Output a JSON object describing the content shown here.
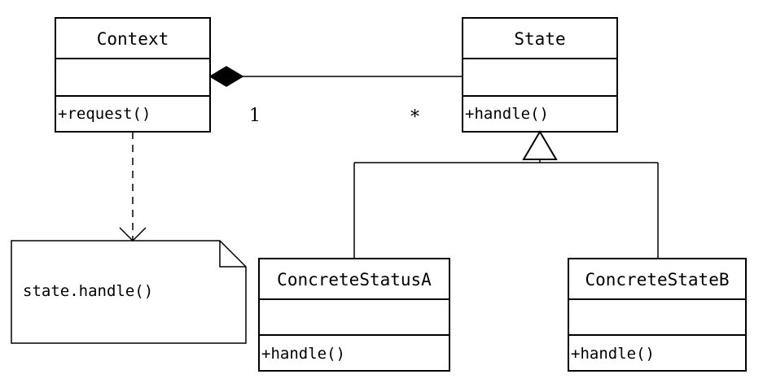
{
  "classes": {
    "context": {
      "name": "Context",
      "methods": [
        "+request()"
      ]
    },
    "state": {
      "name": "State",
      "methods": [
        "+handle()"
      ]
    },
    "concrete_a": {
      "name": "ConcreteStatusA",
      "methods": [
        "+handle()"
      ]
    },
    "concrete_b": {
      "name": "ConcreteStateB",
      "methods": [
        "+handle()"
      ]
    }
  },
  "association": {
    "source_multiplicity": "1",
    "target_multiplicity": "*"
  },
  "note": {
    "text": "state.handle()"
  }
}
